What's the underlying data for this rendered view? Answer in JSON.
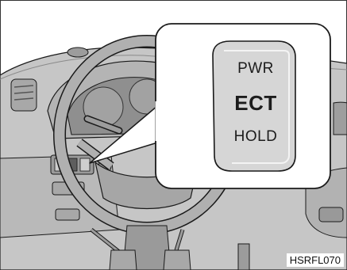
{
  "button": {
    "line1": "PWR",
    "line2": "ECT",
    "line3": "HOLD"
  },
  "figure_code": "HSRFL070",
  "colors": {
    "background": "#ffffff",
    "dash": "#c8c8c8",
    "dash_dark": "#8e8e8e",
    "outline": "#1a1a1a",
    "callout_fill": "#ffffff",
    "button_fill": "#d9d9d9"
  }
}
